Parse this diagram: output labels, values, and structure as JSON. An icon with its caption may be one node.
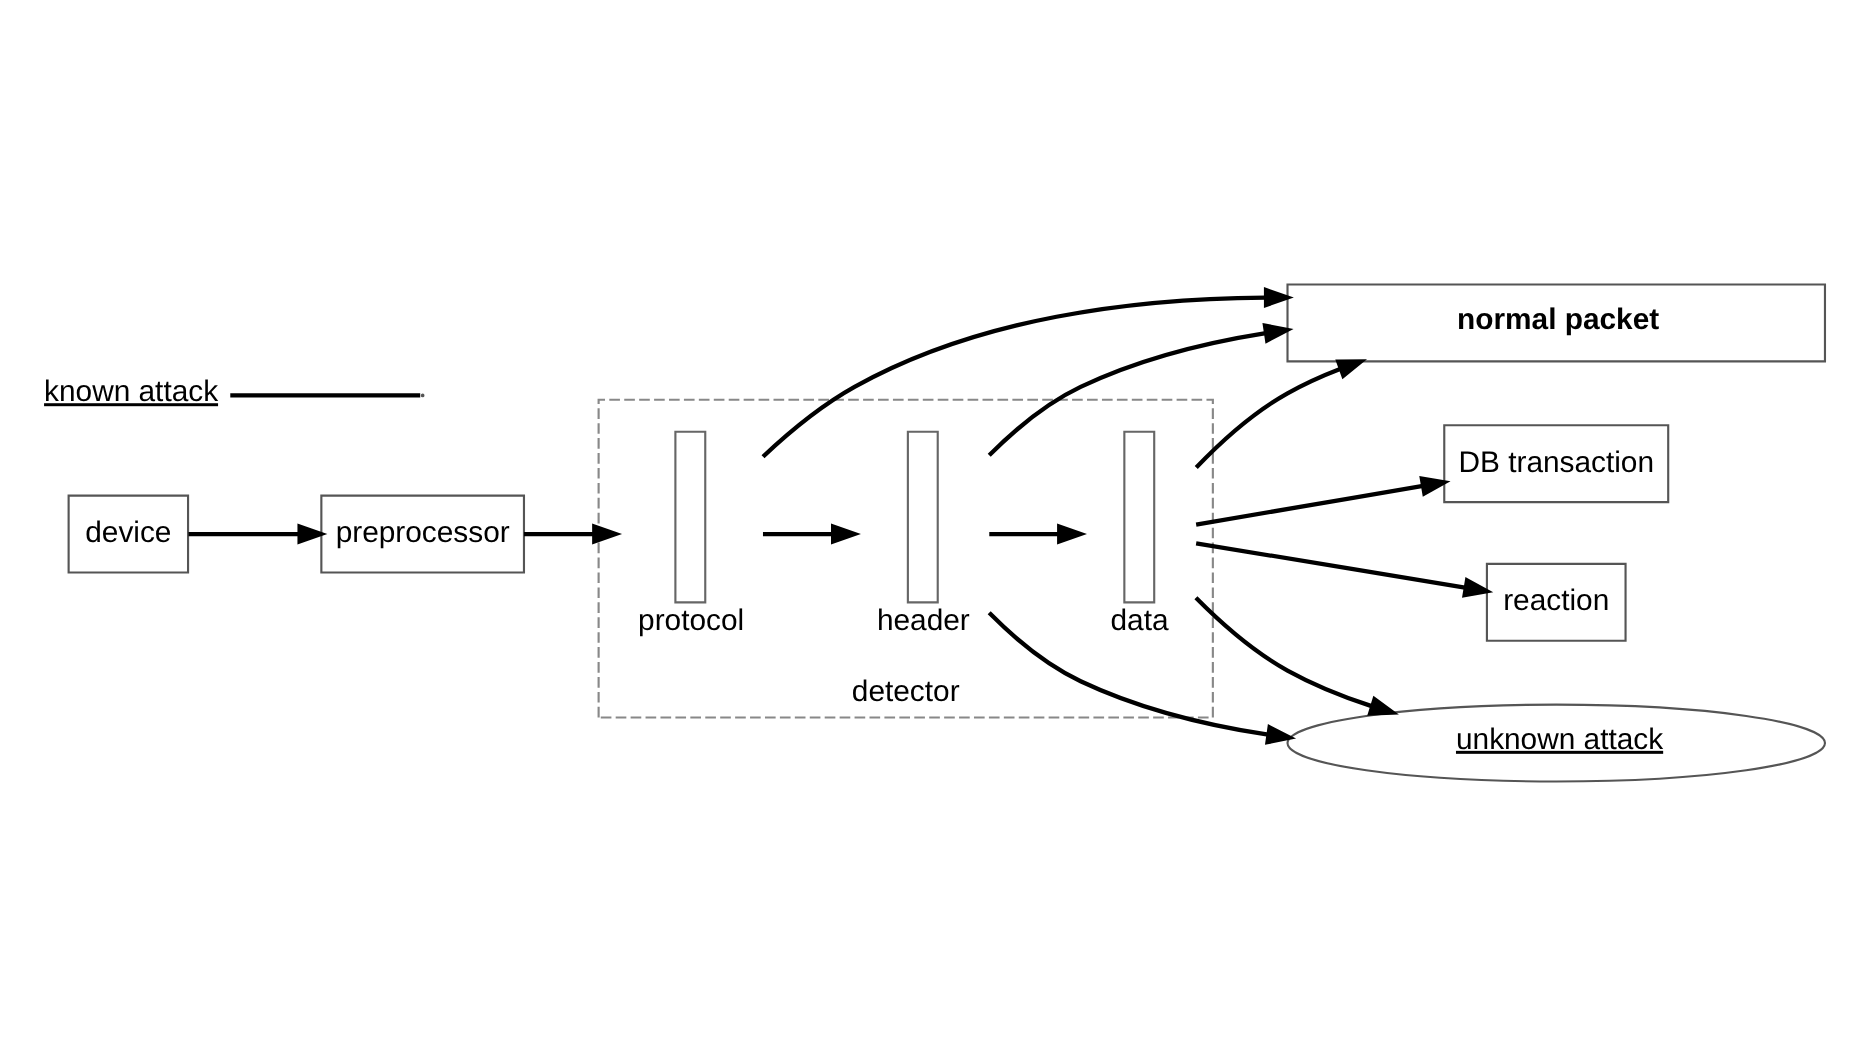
{
  "diagram": {
    "nodes": [
      {
        "text": [
          "device"
        ]
      },
      {
        "text": [
          "preprocessor"
        ]
      },
      {
        "text": [
          "detector"
        ]
      },
      {
        "text": [
          "protocol"
        ],
        "in": 2
      },
      {
        "text": [
          "header"
        ],
        "in": 2
      },
      {
        "text": [
          "data"
        ],
        "in": 2
      },
      {
        "text": [
          "DB transaction"
        ]
      },
      {
        "text": [
          "reaction"
        ]
      },
      {
        "text": [
          "normal packet"
        ]
      },
      {
        "text": [
          "unknown attack"
        ]
      },
      {
        "text": [
          "known attack"
        ]
      }
    ],
    "edges": [
      {
        "from": 0,
        "to": 1,
        "arrow": "to"
      },
      {
        "from": 1,
        "to": 3,
        "arrow": "to"
      },
      {
        "from": 3,
        "to": 4,
        "arrow": "to"
      },
      {
        "from": 4,
        "to": 5,
        "arrow": "to"
      },
      {
        "from": 5,
        "to": 6,
        "arrow": "to"
      },
      {
        "from": 3,
        "to": 8,
        "arrow": "to"
      },
      {
        "from": 4,
        "to": 8,
        "arrow": "to"
      },
      {
        "from": 5,
        "to": 8,
        "arrow": "to"
      },
      {
        "from": 5,
        "to": 7,
        "arrow": "to"
      },
      {
        "from": 4,
        "to": 9,
        "arrow": "to"
      },
      {
        "from": 5,
        "to": 9,
        "arrow": "to"
      },
      {
        "from": 10,
        "to": null,
        "arrow": "none"
      }
    ]
  }
}
